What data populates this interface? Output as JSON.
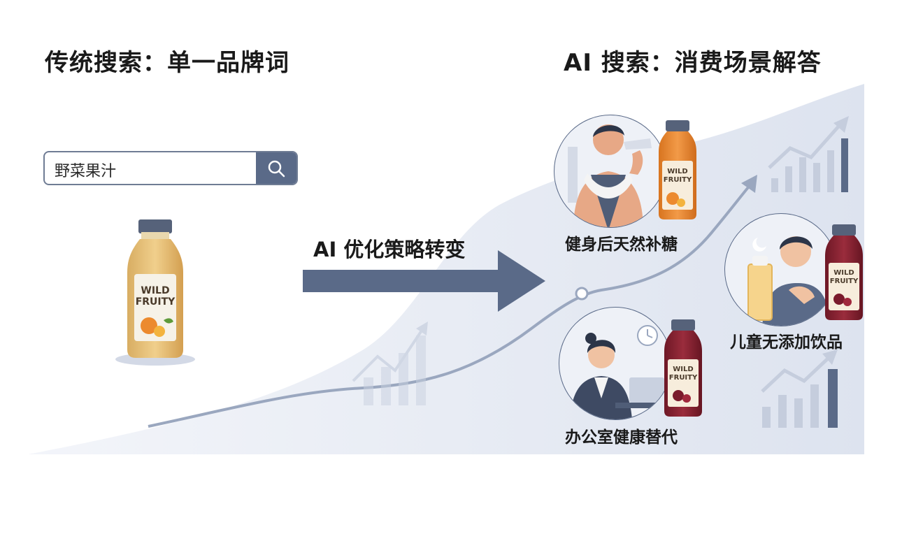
{
  "titles": {
    "left": "传统搜索：单一品牌词",
    "right": "AI 搜索：消费场景解答"
  },
  "search": {
    "query": "野菜果汁",
    "button_icon": "search-icon"
  },
  "product": {
    "label_line1": "WILD",
    "label_line2": "FRUITY"
  },
  "transition": {
    "label": "AI 优化策略转变"
  },
  "scenarios": [
    {
      "label": "健身后天然补糖",
      "bottle_color": "#e8893a",
      "fruit": "orange"
    },
    {
      "label": "儿童无添加饮品",
      "bottle_color": "#8a2534",
      "fruit": "berry"
    },
    {
      "label": "办公室健康替代",
      "bottle_color": "#8a2534",
      "fruit": "berry"
    }
  ],
  "colors": {
    "accent": "#5a6a88",
    "arrow": "#5a6a88",
    "curve_fill": "#e9edf5",
    "juice_yellow": "#e8c27c",
    "juice_orange": "#e8893a",
    "juice_red": "#8a2534"
  }
}
